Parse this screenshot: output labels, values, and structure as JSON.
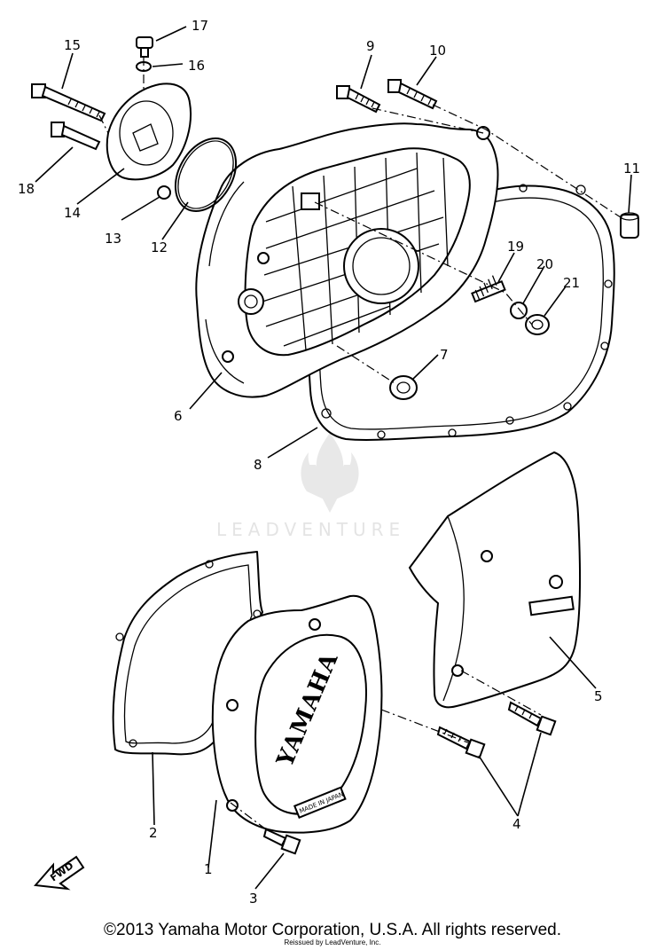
{
  "watermark": {
    "text": "LEADVENTURE"
  },
  "callouts": [
    {
      "id": "c1",
      "label": "1"
    },
    {
      "id": "c2",
      "label": "2"
    },
    {
      "id": "c3",
      "label": "3"
    },
    {
      "id": "c4",
      "label": "4"
    },
    {
      "id": "c5",
      "label": "5"
    },
    {
      "id": "c6",
      "label": "6"
    },
    {
      "id": "c7",
      "label": "7"
    },
    {
      "id": "c8",
      "label": "8"
    },
    {
      "id": "c9",
      "label": "9"
    },
    {
      "id": "c10",
      "label": "10"
    },
    {
      "id": "c11",
      "label": "11"
    },
    {
      "id": "c12",
      "label": "12"
    },
    {
      "id": "c13",
      "label": "13"
    },
    {
      "id": "c14",
      "label": "14"
    },
    {
      "id": "c15",
      "label": "15"
    },
    {
      "id": "c16",
      "label": "16"
    },
    {
      "id": "c17",
      "label": "17"
    },
    {
      "id": "c18",
      "label": "18"
    },
    {
      "id": "c19",
      "label": "19"
    },
    {
      "id": "c20",
      "label": "20"
    },
    {
      "id": "c21",
      "label": "21"
    }
  ],
  "cover": {
    "brand": "YAMAHA",
    "plate": "MADE IN JAPAN"
  },
  "fwd_arrow": {
    "text": "FWD"
  },
  "footer": {
    "copyright": "©2013 Yamaha Motor Corporation, U.S.A. All rights reserved.",
    "reseller": "Reissued by LeadVenture, Inc."
  },
  "colors": {
    "line": "#000000",
    "background": "#ffffff",
    "watermark": "#cfcfcf"
  }
}
